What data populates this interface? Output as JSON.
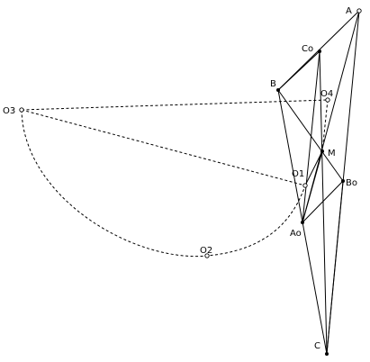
{
  "points": {
    "A": {
      "label": "A"
    },
    "Co": {
      "label": "Co"
    },
    "B": {
      "label": "B"
    },
    "O4": {
      "label": "O4"
    },
    "O3": {
      "label": "O3"
    },
    "M": {
      "label": "M"
    },
    "O1": {
      "label": "O1"
    },
    "Bo": {
      "label": "Bo"
    },
    "Ao": {
      "label": "Ao"
    },
    "O2": {
      "label": "O2"
    },
    "C": {
      "label": "C"
    }
  },
  "colors": {
    "line": "#000000",
    "background": "#ffffff"
  }
}
